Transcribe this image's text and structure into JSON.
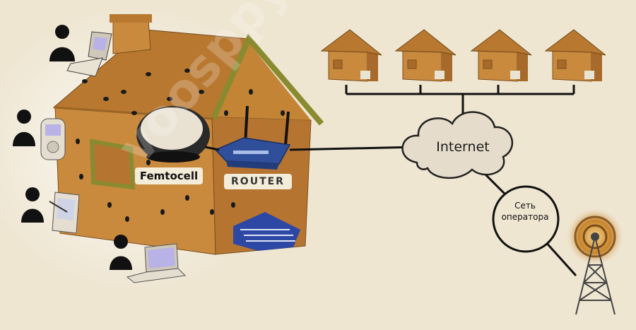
{
  "labels": {
    "femtocell": "Femtocell",
    "router": "ROUTER",
    "internet": "Internet",
    "operator_line1": "Сеть",
    "operator_line2": "оператора"
  },
  "watermark": "voosppy.net",
  "colors": {
    "background": "#efe6d2",
    "house_wall": "#c98a3e",
    "roof": "#b87830",
    "roof_trim": "#8a8a30",
    "cloud": "#e6dccb",
    "router": "#2f4f9b",
    "tower_glow": "#c8842a",
    "line": "#111111"
  },
  "icons": [
    "person-icon",
    "mobile-phone-icon",
    "pda-icon",
    "laptop-icon",
    "femtocell-device-icon",
    "router-device-icon",
    "cloud-icon",
    "cell-tower-icon",
    "house-icon"
  ]
}
